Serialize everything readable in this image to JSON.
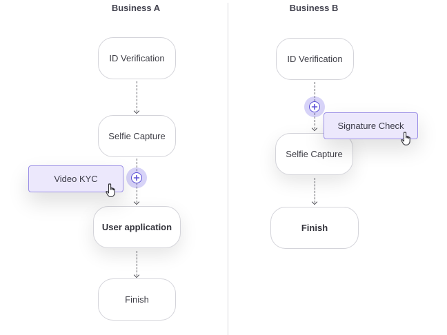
{
  "business_a": {
    "title": "Business A",
    "steps": [
      "ID Verification",
      "Selfie Capture",
      "User application",
      "Finish"
    ],
    "dragged_chip": "Video KYC"
  },
  "business_b": {
    "title": "Business B",
    "steps": [
      "ID Verification",
      "Selfie Capture",
      "Finish"
    ],
    "dragged_chip": "Signature Check"
  },
  "icons": {
    "insert": "plus-circle-icon",
    "cursor": "hand-pointer-icon"
  },
  "colors": {
    "chip_fill": "#ece8fc",
    "chip_border": "#9a8ee6",
    "accent": "#5a4fd6"
  }
}
